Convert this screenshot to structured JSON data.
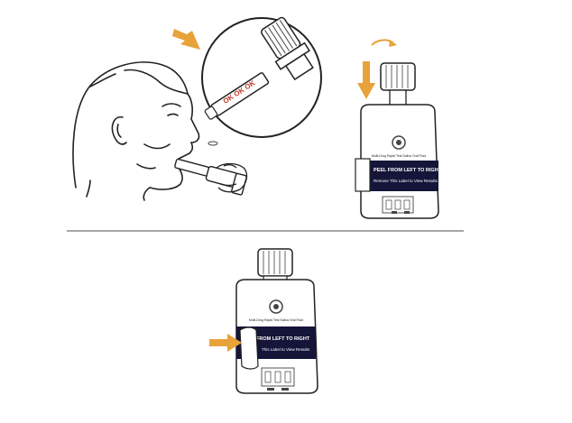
{
  "swab": {
    "indicator_text": "OK OK OK"
  },
  "device_top": {
    "test_name": "Multi-Drug Rapid Test Saliva Oral Fluid",
    "peel_label": "PEEL FROM LEFT TO RIGHT",
    "instruction": "Remove This Label to View Results"
  },
  "device_bottom": {
    "test_name": "Multi-Drug Rapid Test Saliva Oral Fluid",
    "peel_label": "FROM LEFT TO RIGHT",
    "instruction": "This Label to View Results"
  },
  "colors": {
    "arrow": "#e8a23a",
    "navy": "#15153a",
    "line": "#222222",
    "divider": "#888888"
  },
  "icons": [
    "arrow-right-icon",
    "arrow-down-icon",
    "rotate-icon",
    "magnifier-circle"
  ]
}
